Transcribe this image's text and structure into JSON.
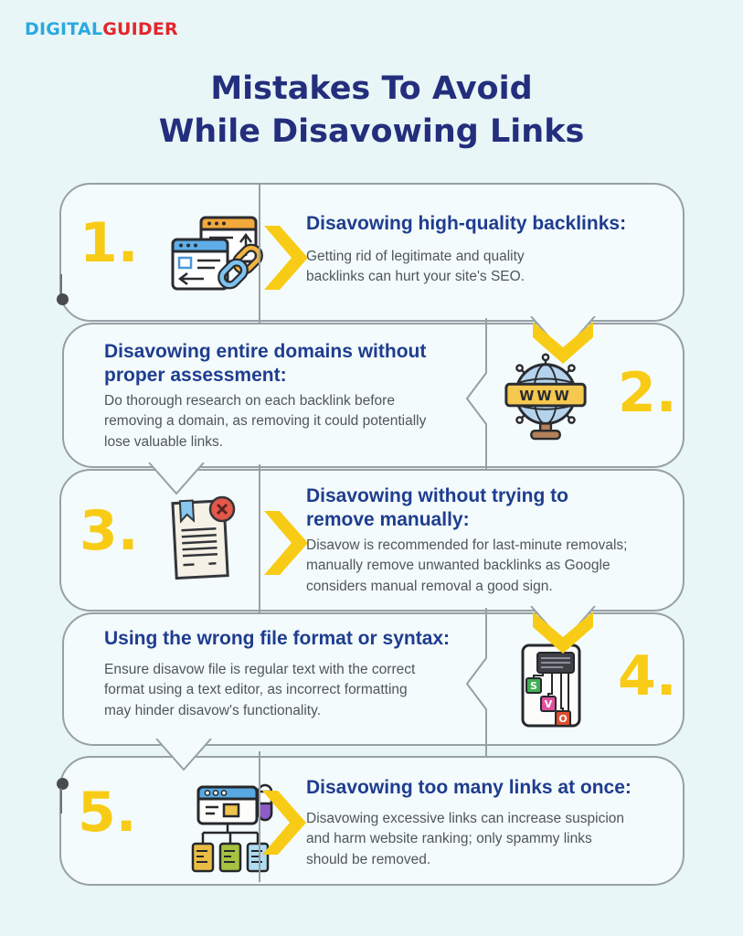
{
  "logo": {
    "part1": "DIGITAL",
    "part2": "GUIDER"
  },
  "title": {
    "text": "Mistakes To Avoid\nWhile Disavowing Links"
  },
  "colors": {
    "background": "#E9F6F7",
    "bubble_fill": "#F4FBFC",
    "bubble_border": "#97A0A5",
    "title_navy": "#232E7D",
    "heading_blue": "#1E3D8F",
    "body_gray": "#4F565C",
    "accent_yellow": "#F8CC16",
    "logo_blue": "#2AA9E0",
    "logo_red": "#E2262D"
  },
  "items": [
    {
      "number": "1.",
      "heading": "Disavowing high-quality backlinks:",
      "body": "Getting rid of legitimate and quality\nbacklinks can hurt your site's SEO.",
      "icon": "browser-link-icon"
    },
    {
      "number": "2.",
      "heading": "Disavowing entire domains without\nproper assessment:",
      "body": "Do thorough research on each backlink before\nremoving a domain, as removing it could potentially\nlose valuable links.",
      "icon": "globe-www-icon"
    },
    {
      "number": "3.",
      "heading": "Disavowing without trying to\nremove manually:",
      "body": "Disavow is recommended for last-minute removals;\nmanually remove unwanted backlinks as Google\nconsiders manual removal a good sign.",
      "icon": "rejected-document-icon"
    },
    {
      "number": "4.",
      "heading": "Using the wrong file format or syntax:",
      "body": "Ensure disavow file is regular text with the correct\nformat using a text editor, as incorrect formatting\nmay hinder disavow's functionality.",
      "icon": "file-syntax-icon"
    },
    {
      "number": "5.",
      "heading": "Disavowing too many links at once:",
      "body": "Disavowing excessive links can increase suspicion\nand harm website ranking; only spammy links\nshould be removed.",
      "icon": "link-tree-icon"
    }
  ],
  "icon_labels": {
    "www": "WWW",
    "s": "S",
    "v": "V",
    "o": "O"
  }
}
